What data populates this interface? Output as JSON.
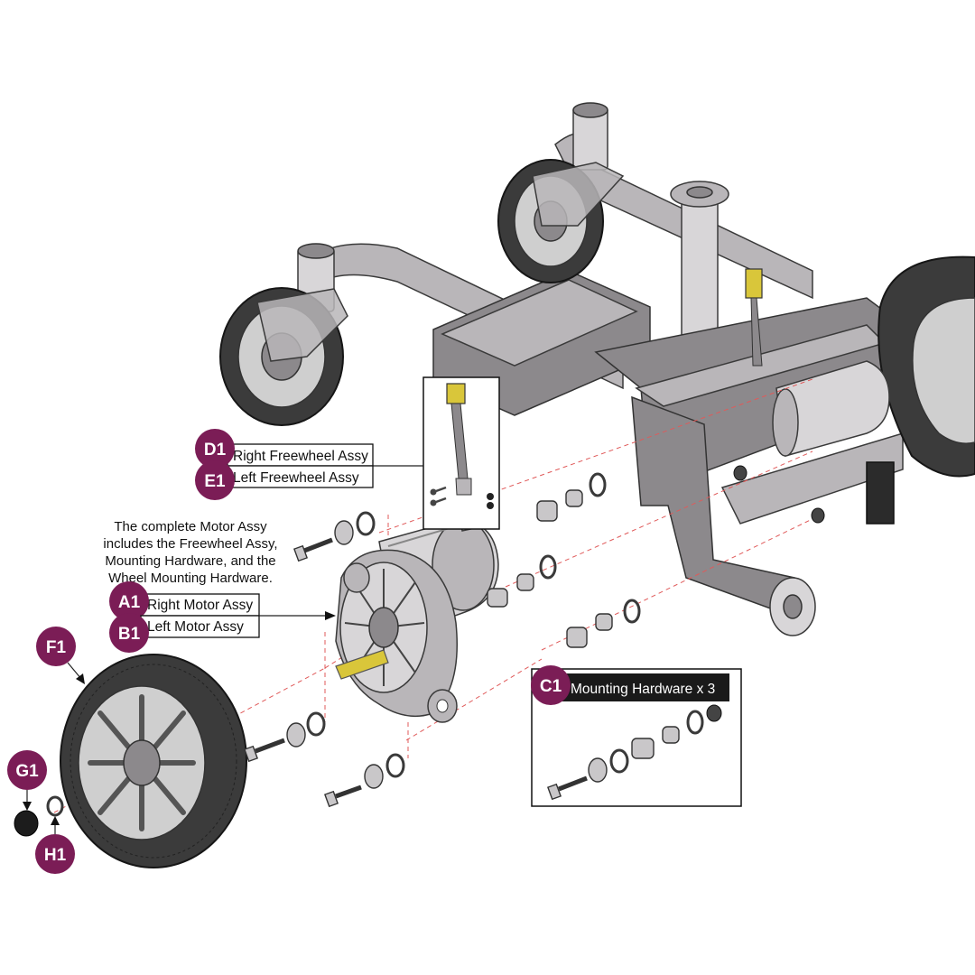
{
  "colors": {
    "badge": "#7b1d56",
    "dash_line": "#e05a5a",
    "frame": "#b9b6b9",
    "tire": "#3b3b3b",
    "connector": "#d9c63a"
  },
  "callouts": {
    "D1": {
      "badge": "D1",
      "label": "Right Freewheel Assy"
    },
    "E1": {
      "badge": "E1",
      "label": "Left Freewheel Assy"
    },
    "A1": {
      "badge": "A1",
      "label": "Right Motor Assy"
    },
    "B1": {
      "badge": "B1",
      "label": "Left Motor Assy"
    },
    "C1": {
      "badge": "C1",
      "label": "Mounting Hardware x 3"
    },
    "F1": {
      "badge": "F1"
    },
    "G1": {
      "badge": "G1"
    },
    "H1": {
      "badge": "H1"
    }
  },
  "note": {
    "lines": [
      "The complete Motor Assy",
      "includes the Freewheel Assy,",
      "Mounting Hardware, and the",
      "Wheel Mounting Hardware."
    ]
  }
}
